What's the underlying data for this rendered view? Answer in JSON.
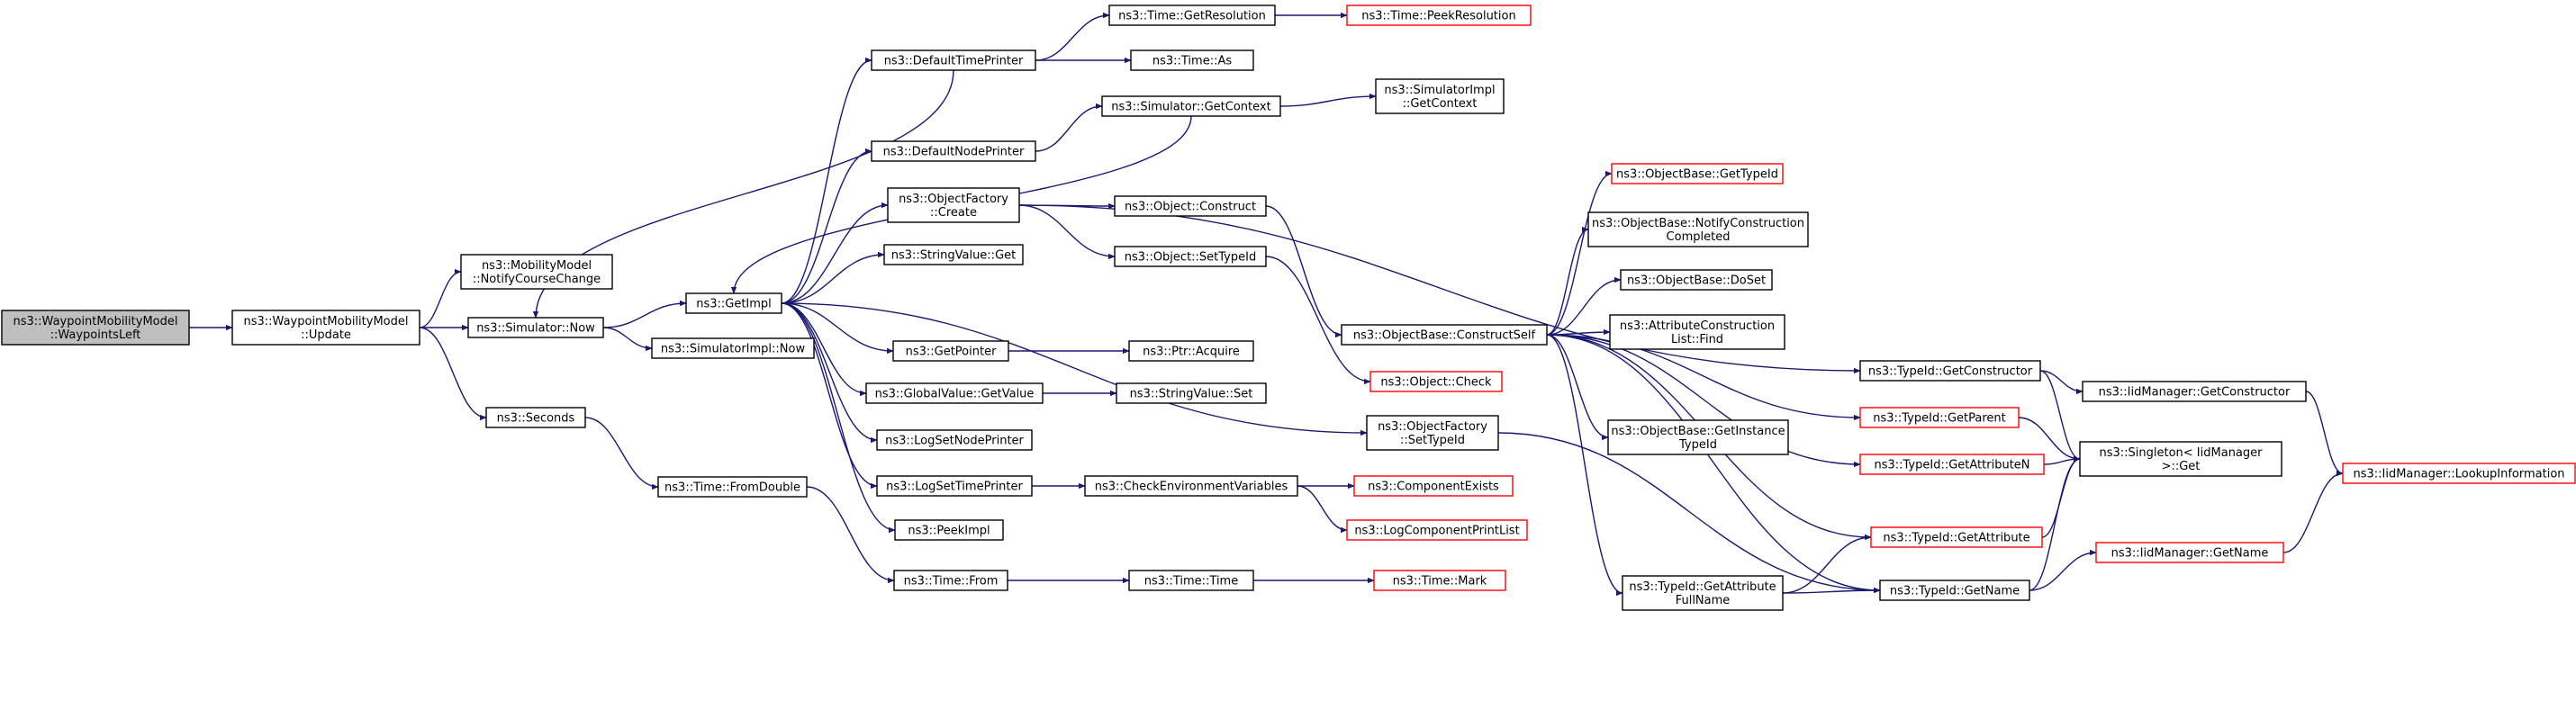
{
  "colors": {
    "edge": "#191970",
    "node_border_normal": "#000000",
    "node_border_undocumented": "#ff0000",
    "node_fill": "#ffffff",
    "root_fill": "#bfbfbf"
  },
  "nodes": [
    {
      "id": "n0",
      "lines": [
        "ns3::WaypointMobilityModel",
        "::WaypointsLeft"
      ],
      "style": "root"
    },
    {
      "id": "n1",
      "lines": [
        "ns3::WaypointMobilityModel",
        "::Update"
      ],
      "style": "normal"
    },
    {
      "id": "n2",
      "lines": [
        "ns3::MobilityModel",
        "::NotifyCourseChange"
      ],
      "style": "normal"
    },
    {
      "id": "n3",
      "lines": [
        "ns3::Simulator::Now"
      ],
      "style": "normal"
    },
    {
      "id": "n4",
      "lines": [
        "ns3::Seconds"
      ],
      "style": "normal"
    },
    {
      "id": "n5",
      "lines": [
        "ns3::GetImpl"
      ],
      "style": "normal"
    },
    {
      "id": "n6",
      "lines": [
        "ns3::SimulatorImpl::Now"
      ],
      "style": "normal"
    },
    {
      "id": "n7",
      "lines": [
        "ns3::Time::FromDouble"
      ],
      "style": "normal"
    },
    {
      "id": "n8",
      "lines": [
        "ns3::DefaultTimePrinter"
      ],
      "style": "normal"
    },
    {
      "id": "n9",
      "lines": [
        "ns3::DefaultNodePrinter"
      ],
      "style": "normal"
    },
    {
      "id": "n10",
      "lines": [
        "ns3::ObjectFactory",
        "::Create"
      ],
      "style": "normal"
    },
    {
      "id": "n11",
      "lines": [
        "ns3::StringValue::Get"
      ],
      "style": "normal"
    },
    {
      "id": "n12",
      "lines": [
        "ns3::GetPointer"
      ],
      "style": "normal"
    },
    {
      "id": "n13",
      "lines": [
        "ns3::GlobalValue::GetValue"
      ],
      "style": "normal"
    },
    {
      "id": "n14",
      "lines": [
        "ns3::LogSetNodePrinter"
      ],
      "style": "normal"
    },
    {
      "id": "n15",
      "lines": [
        "ns3::LogSetTimePrinter"
      ],
      "style": "normal"
    },
    {
      "id": "n16",
      "lines": [
        "ns3::PeekImpl"
      ],
      "style": "normal"
    },
    {
      "id": "n17",
      "lines": [
        "ns3::Time::From"
      ],
      "style": "normal"
    },
    {
      "id": "n18",
      "lines": [
        "ns3::Time::GetResolution"
      ],
      "style": "normal"
    },
    {
      "id": "n19",
      "lines": [
        "ns3::Time::As"
      ],
      "style": "normal"
    },
    {
      "id": "n20",
      "lines": [
        "ns3::Simulator::GetContext"
      ],
      "style": "normal"
    },
    {
      "id": "n21",
      "lines": [
        "ns3::Object::Construct"
      ],
      "style": "normal"
    },
    {
      "id": "n22",
      "lines": [
        "ns3::Object::SetTypeId"
      ],
      "style": "normal"
    },
    {
      "id": "n23",
      "lines": [
        "ns3::Ptr::Acquire"
      ],
      "style": "normal"
    },
    {
      "id": "n24",
      "lines": [
        "ns3::StringValue::Set"
      ],
      "style": "normal"
    },
    {
      "id": "n25",
      "lines": [
        "ns3::ObjectFactory",
        "::SetTypeId"
      ],
      "style": "normal"
    },
    {
      "id": "n26",
      "lines": [
        "ns3::CheckEnvironmentVariables"
      ],
      "style": "normal"
    },
    {
      "id": "n27",
      "lines": [
        "ns3::Time::Time"
      ],
      "style": "normal"
    },
    {
      "id": "n28",
      "lines": [
        "ns3::Time::PeekResolution"
      ],
      "style": "undocumented"
    },
    {
      "id": "n29",
      "lines": [
        "ns3::SimulatorImpl",
        "::GetContext"
      ],
      "style": "normal"
    },
    {
      "id": "n30",
      "lines": [
        "ns3::ObjectBase::ConstructSelf"
      ],
      "style": "normal"
    },
    {
      "id": "n31",
      "lines": [
        "ns3::Object::Check"
      ],
      "style": "undocumented"
    },
    {
      "id": "n32",
      "lines": [
        "ns3::ComponentExists"
      ],
      "style": "undocumented"
    },
    {
      "id": "n33",
      "lines": [
        "ns3::LogComponentPrintList"
      ],
      "style": "undocumented"
    },
    {
      "id": "n34",
      "lines": [
        "ns3::Time::Mark"
      ],
      "style": "undocumented"
    },
    {
      "id": "n35",
      "lines": [
        "ns3::ObjectBase::GetTypeId"
      ],
      "style": "undocumented"
    },
    {
      "id": "n36",
      "lines": [
        "ns3::ObjectBase::NotifyConstruction",
        "Completed"
      ],
      "style": "normal"
    },
    {
      "id": "n37",
      "lines": [
        "ns3::ObjectBase::DoSet"
      ],
      "style": "normal"
    },
    {
      "id": "n38",
      "lines": [
        "ns3::AttributeConstruction",
        "List::Find"
      ],
      "style": "normal"
    },
    {
      "id": "n39",
      "lines": [
        "ns3::ObjectBase::GetInstance",
        "TypeId"
      ],
      "style": "normal"
    },
    {
      "id": "n40",
      "lines": [
        "ns3::TypeId::GetAttribute",
        "FullName"
      ],
      "style": "normal"
    },
    {
      "id": "n41",
      "lines": [
        "ns3::TypeId::GetConstructor"
      ],
      "style": "normal"
    },
    {
      "id": "n42",
      "lines": [
        "ns3::TypeId::GetParent"
      ],
      "style": "undocumented"
    },
    {
      "id": "n43",
      "lines": [
        "ns3::TypeId::GetAttributeN"
      ],
      "style": "undocumented"
    },
    {
      "id": "n44",
      "lines": [
        "ns3::TypeId::GetAttribute"
      ],
      "style": "undocumented"
    },
    {
      "id": "n45",
      "lines": [
        "ns3::TypeId::GetName"
      ],
      "style": "normal"
    },
    {
      "id": "n46",
      "lines": [
        "ns3::IidManager::GetConstructor"
      ],
      "style": "normal"
    },
    {
      "id": "n47",
      "lines": [
        "ns3::Singleton< IidManager",
        ">::Get"
      ],
      "style": "normal"
    },
    {
      "id": "n48",
      "lines": [
        "ns3::IidManager::GetName"
      ],
      "style": "undocumented"
    },
    {
      "id": "n49",
      "lines": [
        "ns3::IidManager::LookupInformation"
      ],
      "style": "undocumented"
    }
  ],
  "edges": [
    [
      "n0",
      "n1"
    ],
    [
      "n1",
      "n2"
    ],
    [
      "n1",
      "n3"
    ],
    [
      "n1",
      "n4"
    ],
    [
      "n3",
      "n5"
    ],
    [
      "n3",
      "n6"
    ],
    [
      "n4",
      "n7"
    ],
    [
      "n5",
      "n8"
    ],
    [
      "n5",
      "n9"
    ],
    [
      "n5",
      "n10"
    ],
    [
      "n5",
      "n11"
    ],
    [
      "n5",
      "n12"
    ],
    [
      "n5",
      "n13"
    ],
    [
      "n5",
      "n14"
    ],
    [
      "n5",
      "n15"
    ],
    [
      "n5",
      "n16"
    ],
    [
      "n5",
      "n25"
    ],
    [
      "n7",
      "n17"
    ],
    [
      "n8",
      "n3"
    ],
    [
      "n8",
      "n18"
    ],
    [
      "n8",
      "n19"
    ],
    [
      "n9",
      "n20"
    ],
    [
      "n10",
      "n21"
    ],
    [
      "n10",
      "n22"
    ],
    [
      "n10",
      "n41"
    ],
    [
      "n12",
      "n23"
    ],
    [
      "n13",
      "n24"
    ],
    [
      "n15",
      "n26"
    ],
    [
      "n17",
      "n27"
    ],
    [
      "n18",
      "n28"
    ],
    [
      "n20",
      "n29"
    ],
    [
      "n20",
      "n5"
    ],
    [
      "n21",
      "n30"
    ],
    [
      "n22",
      "n31"
    ],
    [
      "n25",
      "n45"
    ],
    [
      "n26",
      "n32"
    ],
    [
      "n26",
      "n33"
    ],
    [
      "n27",
      "n34"
    ],
    [
      "n30",
      "n35"
    ],
    [
      "n30",
      "n36"
    ],
    [
      "n30",
      "n37"
    ],
    [
      "n30",
      "n38"
    ],
    [
      "n30",
      "n39"
    ],
    [
      "n30",
      "n40"
    ],
    [
      "n30",
      "n42"
    ],
    [
      "n30",
      "n43"
    ],
    [
      "n30",
      "n44"
    ],
    [
      "n30",
      "n45"
    ],
    [
      "n40",
      "n44"
    ],
    [
      "n40",
      "n45"
    ],
    [
      "n41",
      "n46"
    ],
    [
      "n41",
      "n47"
    ],
    [
      "n42",
      "n47"
    ],
    [
      "n43",
      "n47"
    ],
    [
      "n44",
      "n47"
    ],
    [
      "n45",
      "n47"
    ],
    [
      "n45",
      "n48"
    ],
    [
      "n46",
      "n49"
    ],
    [
      "n48",
      "n49"
    ]
  ]
}
